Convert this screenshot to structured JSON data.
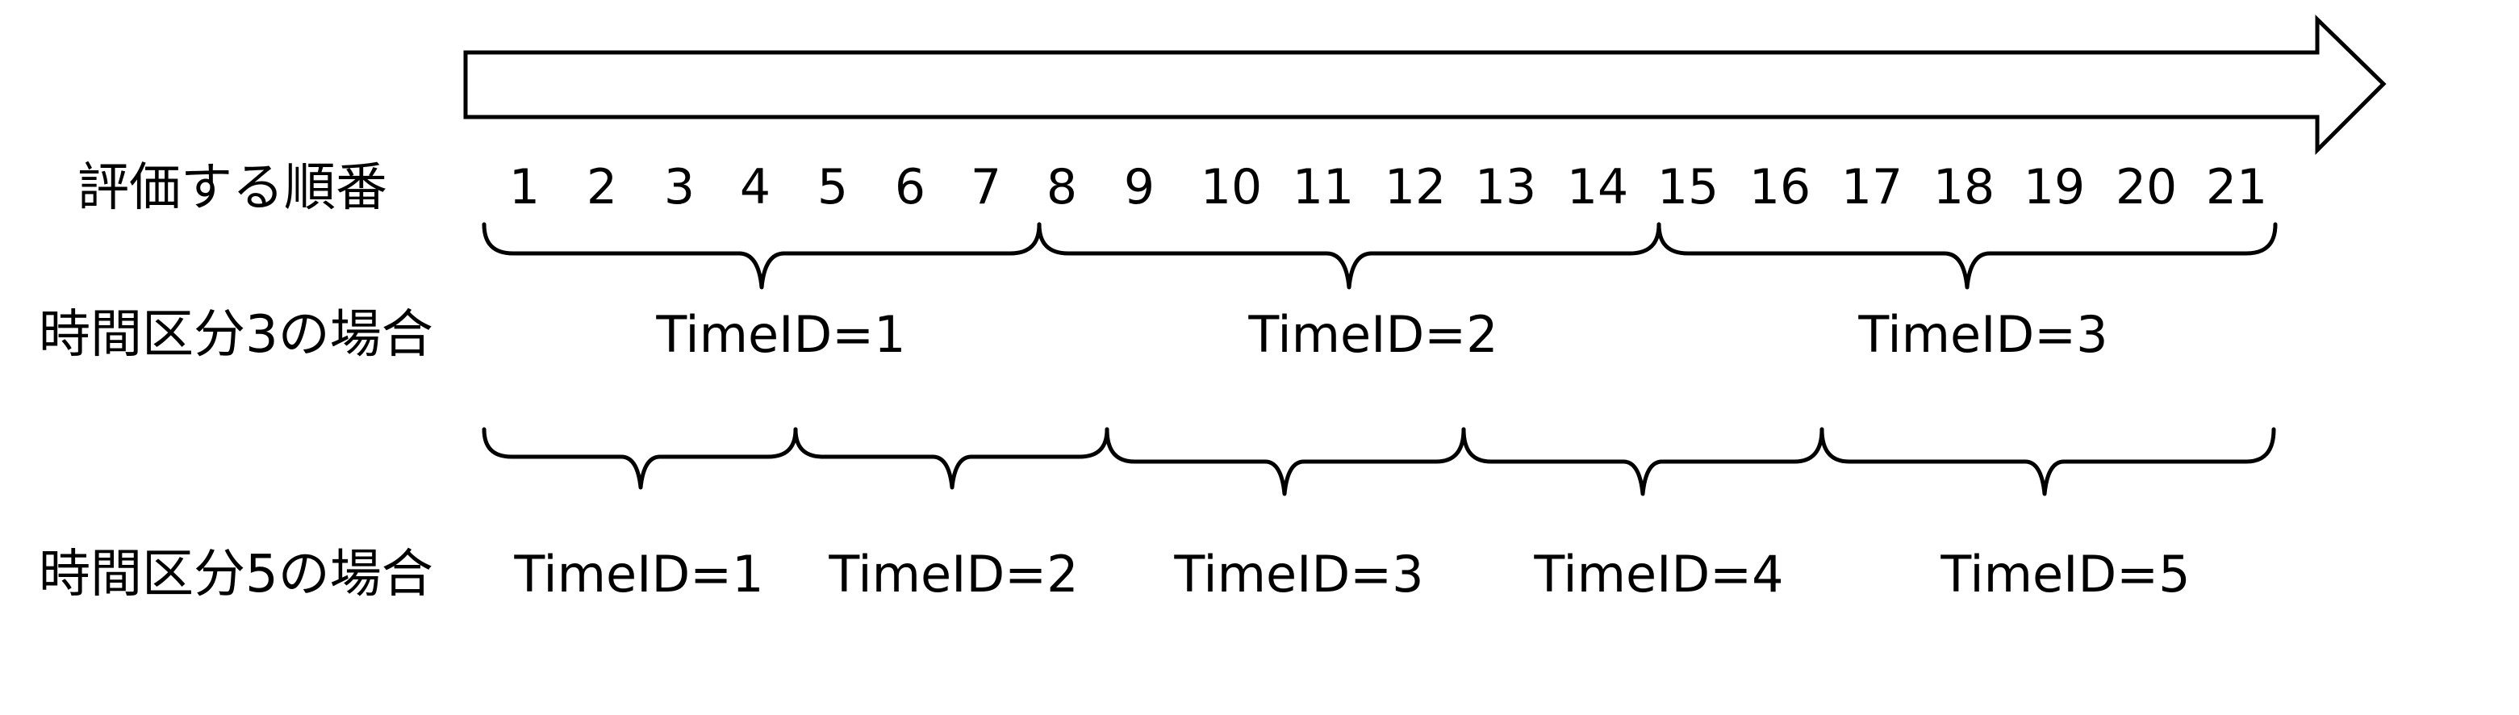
{
  "row_labels": {
    "order": "評価する順番",
    "case3": "時間区分3の場合",
    "case5": "時間区分5の場合"
  },
  "order_numbers": [
    "1",
    "2",
    "3",
    "4",
    "5",
    "6",
    "7",
    "8",
    "9",
    "10",
    "11",
    "12",
    "13",
    "14",
    "15",
    "16",
    "17",
    "18",
    "19",
    "20",
    "21"
  ],
  "partition3": [
    "TimeID=1",
    "TimeID=2",
    "TimeID=3"
  ],
  "partition5": [
    "TimeID=1",
    "TimeID=2",
    "TimeID=3",
    "TimeID=4",
    "TimeID=5"
  ]
}
